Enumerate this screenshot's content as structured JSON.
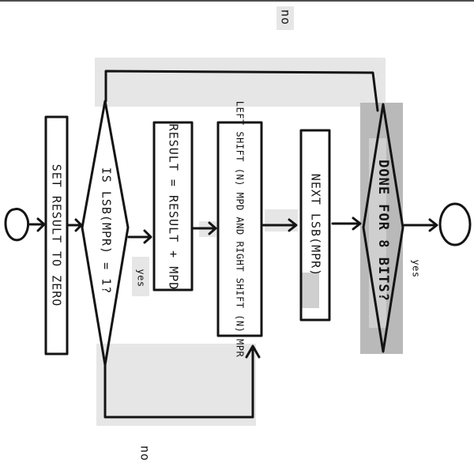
{
  "diagram": {
    "nodes": {
      "set_result": "SET RESULT TO ZERO",
      "decision_lsb": "IS LSB(MPR) = 1?",
      "add": "RESULT = RESULT + MPD",
      "shift": "LEFT SHIFT (N) MPD AND RIGHT SHIFT (N) MPR",
      "next_lsb": "NEXT LSB(MPR)",
      "done": "DONE FOR 8 BITS?"
    },
    "labels": {
      "yes_1": "yes",
      "no_1": "no",
      "no_2": "no",
      "yes_2": "yes"
    }
  }
}
